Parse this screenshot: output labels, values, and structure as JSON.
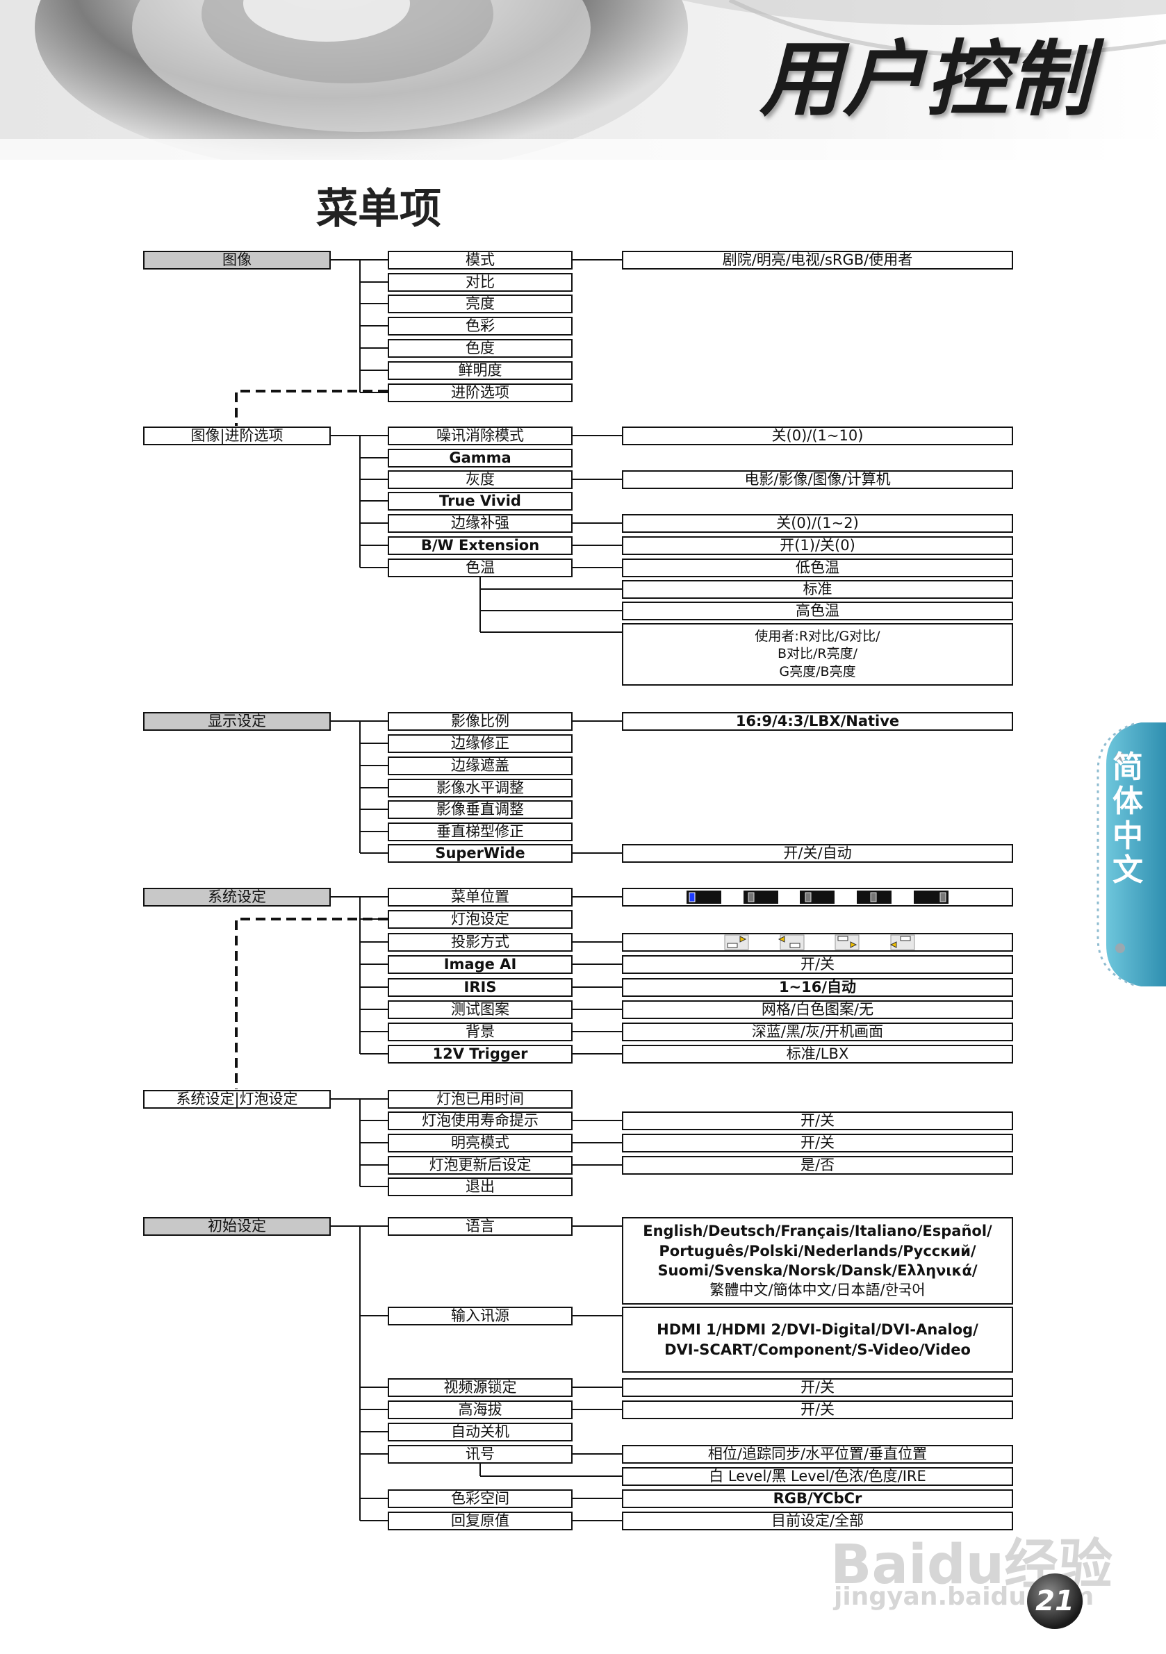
{
  "page": {
    "title": "用户控制",
    "section_heading": "菜单项",
    "side_tab": "简体中文",
    "page_number": "21"
  },
  "watermark": {
    "brand": "Baidu经验",
    "url": "jingyan.baidu.com"
  },
  "menu": {
    "image": {
      "label": "图像",
      "items": [
        "模式",
        "对比",
        "亮度",
        "色彩",
        "色度",
        "鲜明度",
        "进阶选项"
      ],
      "mode_options": "剧院/明亮/电视/sRGB/使用者"
    },
    "advanced": {
      "label": "图像|进阶选项",
      "items": [
        "噪讯消除模式",
        "Gamma",
        "灰度",
        "True Vivid",
        "边缘补强",
        "B/W Extension",
        "色温"
      ],
      "values": {
        "noise": "关(0)/(1~10)",
        "gray": "电影/影像/图像/计算机",
        "edge": "关(0)/(1~2)",
        "bw": "开(1)/关(0)"
      },
      "color_temp": [
        "低色温",
        "标准",
        "高色温"
      ],
      "color_temp_user": [
        "使用者:R对比/G对比/",
        "B对比/R亮度/",
        "G亮度/B亮度"
      ]
    },
    "display": {
      "label": "显示设定",
      "items": [
        "影像比例",
        "边缘修正",
        "边缘遮盖",
        "影像水平调整",
        "影像垂直调整",
        "垂直梯型修正",
        "SuperWide"
      ],
      "values": {
        "aspect": "16:9/4:3/LBX/Native",
        "superwide": "开/关/自动"
      }
    },
    "system": {
      "label": "系统设定",
      "items": [
        "菜单位置",
        "灯泡设定",
        "投影方式",
        "Image AI",
        "IRIS",
        "测试图案",
        "背景",
        "12V Trigger"
      ],
      "values": {
        "imageai": "开/关",
        "iris": "1~16/自动",
        "pattern": "网格/白色图案/无",
        "background": "深蓝/黑/灰/开机画面",
        "trigger": "标准/LBX"
      },
      "menu_position_icons": [
        "position-top-left-icon",
        "position-top-right-icon",
        "position-center-icon",
        "position-bottom-left-icon",
        "position-bottom-right-icon"
      ],
      "projection_icons": [
        "projection-front-desktop-icon",
        "projection-rear-desktop-icon",
        "projection-front-ceiling-icon",
        "projection-rear-ceiling-icon"
      ]
    },
    "lamp": {
      "label": "系统设定|灯泡设定",
      "items": [
        "灯泡已用时间",
        "灯泡使用寿命提示",
        "明亮模式",
        "灯泡更新后设定",
        "退出"
      ],
      "values": {
        "reminder": "开/关",
        "bright": "开/关",
        "reset": "是/否"
      }
    },
    "setup": {
      "label": "初始设定",
      "items": [
        "语言",
        "输入讯源",
        "视频源锁定",
        "高海拔",
        "自动关机",
        "讯号",
        "色彩空间",
        "回复原值"
      ],
      "language_lines": [
        "English/Deutsch/Français/Italiano/Español/",
        "Português/Polski/Nederlands/Русский/",
        "Suomi/Svenska/Norsk/Dansk/Ελληνικά/",
        "繁體中文/簡体中文/日本語/한국어"
      ],
      "source_lines": [
        "HDMI 1/HDMI 2/DVI-Digital/DVI-Analog/",
        "DVI-SCART/Component/S-Video/Video"
      ],
      "values": {
        "lock": "开/关",
        "altitude": "开/关",
        "signal1": "相位/追踪同步/水平位置/垂直位置",
        "signal2": "白 Level/黑 Level/色浓/色度/IRE",
        "colorspace": "RGB/YCbCr",
        "reset": "目前设定/全部"
      }
    }
  }
}
